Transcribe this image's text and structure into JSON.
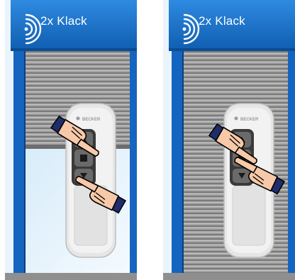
{
  "panels": [
    {
      "caption": "2x Klack",
      "icon": "radio-signal-icon",
      "brand": "BECKER",
      "pressed": [
        "up-button",
        "down-button"
      ]
    },
    {
      "caption": "2x Klack",
      "icon": "radio-signal-icon",
      "brand": "BECKER",
      "pressed": [
        "stop-button",
        "down-button"
      ]
    }
  ],
  "colors": {
    "header_blue": "#1d6fc2",
    "frame_blue": "#1565c0",
    "shutter_grey": "#8b8b8b",
    "remote_body": "#e6e6e6",
    "button_dark": "#3a3a3a"
  }
}
